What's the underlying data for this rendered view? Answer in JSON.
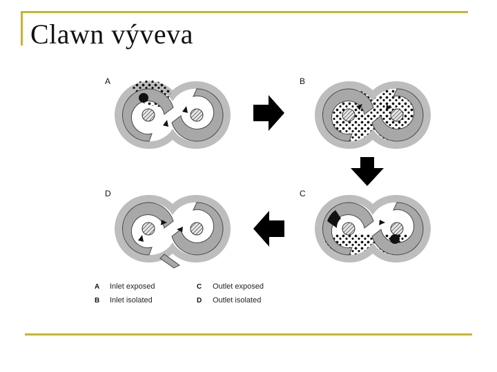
{
  "slide": {
    "title": "Clawn výveva"
  },
  "figure": {
    "panels": [
      {
        "letter": "A"
      },
      {
        "letter": "B"
      },
      {
        "letter": "C"
      },
      {
        "letter": "D"
      }
    ],
    "legend": [
      {
        "key": "A",
        "text": "Inlet exposed"
      },
      {
        "key": "B",
        "text": "Inlet isolated"
      },
      {
        "key": "C",
        "text": "Outlet exposed"
      },
      {
        "key": "D",
        "text": "Outlet isolated"
      }
    ]
  },
  "colors": {
    "accent": "#c8b42a",
    "casing": "#bdbdbd",
    "rotor": "#a8a8a8",
    "chamber": "#ffffff",
    "gas": "#111111"
  }
}
